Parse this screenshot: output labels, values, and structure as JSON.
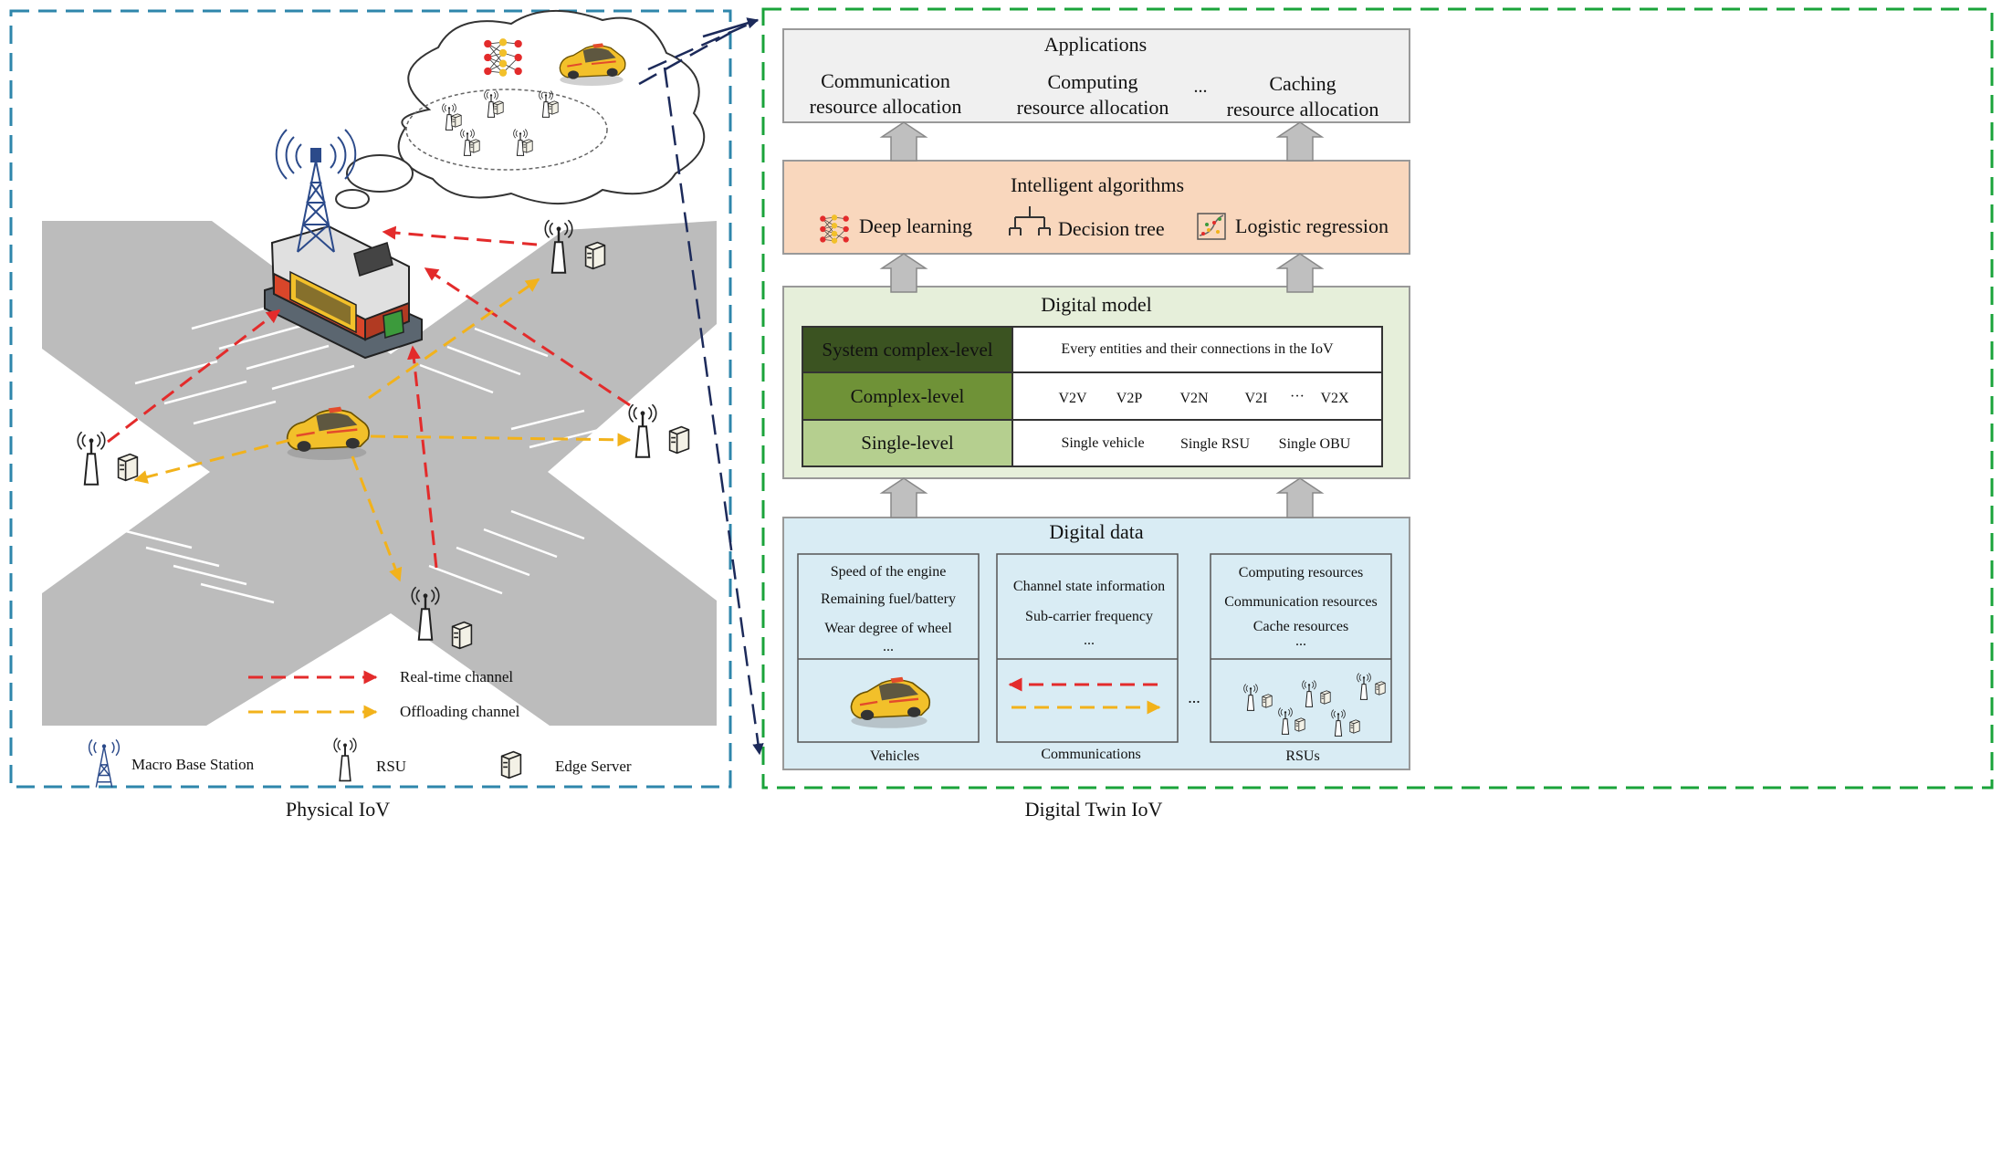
{
  "captions": {
    "physical": "Physical IoV",
    "digital_twin": "Digital Twin IoV"
  },
  "legend": {
    "realtime": "Real-time channel",
    "offloading": "Offloading channel",
    "macro_base_station": "Macro Base Station",
    "rsu": "RSU",
    "edge_server": "Edge Server"
  },
  "applications": {
    "title": "Applications",
    "comm_line1": "Communication",
    "comm_line2": "resource allocation",
    "comp_line1": "Computing",
    "comp_line2": "resource allocation",
    "ellipsis": "...",
    "cache_line1": "Caching",
    "cache_line2": "resource allocation"
  },
  "algorithms": {
    "title": "Intelligent algorithms",
    "items": [
      "Deep learning",
      "Decision tree",
      "Logistic regression"
    ]
  },
  "digital_model": {
    "title": "Digital model",
    "levels": [
      "System complex-level",
      "Complex-level",
      "Single-level"
    ],
    "system_desc": "Every entities and their connections in the IoV",
    "complex_items": [
      "V2V",
      "V2P",
      "V2N",
      "V2I",
      "···",
      "V2X"
    ],
    "single_items": [
      "Single vehicle",
      "Single RSU",
      "Single OBU"
    ]
  },
  "digital_data": {
    "title": "Digital data",
    "vehicles": [
      "Speed of the engine",
      "Remaining fuel/battery",
      "Wear degree of wheel",
      "..."
    ],
    "communications": [
      "Channel state information",
      "Sub-carrier frequency",
      "..."
    ],
    "rsus": [
      "Computing resources",
      "Communication resources",
      "Cache resources",
      "..."
    ],
    "between": "...",
    "labels": [
      "Vehicles",
      "Communications",
      "RSUs"
    ]
  },
  "colors": {
    "physical_border": "#2e86ab",
    "twin_border": "#1aa33a",
    "realtime": "#e32b2b",
    "offloading": "#f2b21b",
    "road": "#bcbcbc",
    "applications_bg": "#f0f0f0",
    "algorithms_bg": "#f9d7bd",
    "model_bg": "#e6efda",
    "data_bg": "#d9ecf4",
    "level_dark": "#3b5321",
    "level_mid": "#6f9237",
    "level_light": "#b5cf8f",
    "up_arrow": "#bfbfbf"
  }
}
